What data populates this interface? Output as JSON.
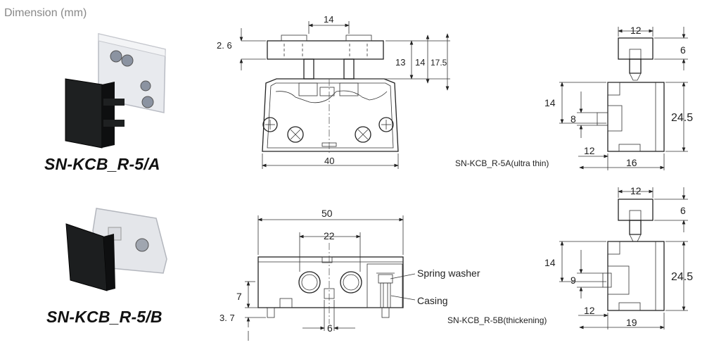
{
  "heading": "Dimension (mm)",
  "models": {
    "a": "SN-KCB_R-5/A",
    "b": "SN-KCB_R-5/B"
  },
  "captions": {
    "side_a": "SN-KCB_R-5A(ultra thin)",
    "side_b": "SN-KCB_R-5B(thickening)"
  },
  "labels": {
    "spring_washer": "Spring washer",
    "casing": "Casing"
  },
  "dims": {
    "top_front": {
      "gap": "2. 6",
      "spacing": "14",
      "h13": "13",
      "h14": "14",
      "h175": "17.5",
      "width": "40"
    },
    "top_side": {
      "btn_width": "12",
      "btn_h": "6",
      "body_h": "14",
      "inner_h": "8",
      "total_h": "24.5",
      "base": "12",
      "depth": "16"
    },
    "bottom_front": {
      "width": "50",
      "spacing": "22",
      "h7": "7",
      "pin": "3. 7",
      "slot": "6"
    },
    "bottom_side": {
      "btn_width": "12",
      "btn_h": "6",
      "body_h": "14",
      "inner_h": "9",
      "total_h": "24.5",
      "base": "12",
      "depth": "19"
    }
  }
}
